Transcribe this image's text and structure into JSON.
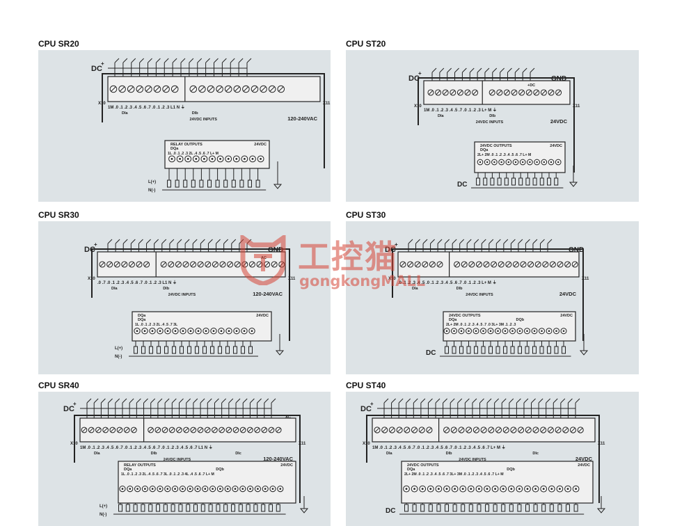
{
  "diagrams": [
    {
      "id": "sr20",
      "title": "CPU SR20",
      "dc": "DC",
      "x_left": "X10",
      "x_right": "X11",
      "row_label": "1M .0 .1 .2 .3 .4 .5 .6  .7 .0 .1 .2 .3  L1 N ⏚",
      "group_a": "DIa",
      "group_b": "DIb",
      "inputs": "24VDC INPUTS",
      "supply": "120-240VAC",
      "out_header": "RELAY OUTPUTS",
      "out_group": "DQa",
      "out_row": "1L .0 .1 .2 .3  2L .4 .5 .6 .7  L+ M",
      "out_supply": "24VDC",
      "l_plus": "L(+)",
      "n_minus": "N(-)",
      "gnd": ""
    },
    {
      "id": "st20",
      "title": "CPU ST20",
      "dc": "DC",
      "x_left": "X10",
      "x_right": "X11",
      "row_label": "1M .0 .1 .2 .3 .4 .5  .7 .0 .1 .2 .3  L+ M ⏚",
      "group_a": "DIa",
      "group_b": "DIb",
      "inputs": "24VDC INPUTS",
      "supply": "24VDC",
      "out_header": "24VDC OUTPUTS",
      "out_group": "DQa",
      "out_row": "2L+ 2M .0 .1 .2 .3 .4 .5 .6 .7  L+ M",
      "out_supply": "24VDC",
      "dc2": "DC",
      "gnd": "GND",
      "plus_dc": "+DC"
    },
    {
      "id": "sr30",
      "title": "CPU SR30",
      "dc": "DC",
      "x_left": "X10",
      "x_right": "X11",
      "row_label": ".0  .7 .0 .1 .2 .3 .4 .5 .6 .7 .0 .1 .2 .3  L1 N ⏚",
      "group_a": "DIa",
      "group_b": "DIb",
      "inputs": "24VDC INPUTS",
      "supply": "120-240VAC",
      "out_header": "DQa",
      "out_group": "DQa",
      "out_row": "1L .0 .1 .2 .3 2L .4 .5  .7 3L",
      "out_supply": "24VDC",
      "gnd": "GND",
      "ac": "AC",
      "l_plus": "L(+)",
      "n_minus": "N(-)"
    },
    {
      "id": "st30",
      "title": "CPU ST30",
      "dc": "DC",
      "x_left": "X10",
      "x_right": "X11",
      "row_label": ".0 .1 .2 .3 .4 .5  .0 .1 .2 .3 .4 .5 .6 .7 .0 .1 .2 .3  L+ M ⏚",
      "group_a": "DIa",
      "group_b": "DIb",
      "inputs": "24VDC INPUTS",
      "supply": "24VDC",
      "out_header": "24VDC OUTPUTS",
      "out_group": "DQa",
      "out_row": "2L+ 2M .0 .1 .2 .3 .4 .5  .7 .0  3L+ 3M .1 .2 .3",
      "out_group_b": "DQb",
      "out_supply": "24VDC",
      "gnd": "GND",
      "dc2": "DC"
    },
    {
      "id": "sr40",
      "title": "CPU SR40",
      "dc": "DC",
      "x_left": "X10",
      "x_right": "X11",
      "row_label": "1M .0 .1 .2 .3 .4 .5 .6 .7 .0 .1 .2 .3 .4 .5 .6 .7 .0 .1 .2 .3 .4 .5 .6 .7  L1 N ⏚",
      "group_a": "DIa",
      "group_b": "DIb",
      "group_c": "DIc",
      "inputs": "24VDC INPUTS",
      "supply": "120-240VAC",
      "out_header": "RELAY OUTPUTS",
      "out_group": "DQa",
      "out_group_b": "DQb",
      "out_row": "1L .0 .1 .2 .3 2L .4 .5 .6 .7 3L .0 .1 .2 .3 4L .4 .5 .6 .7  L+ M",
      "out_supply": "24VDC",
      "ac": "AC",
      "l_plus": "L(+)",
      "n_minus": "N(-)"
    },
    {
      "id": "st40",
      "title": "CPU ST40",
      "dc": "DC",
      "x_left": "X10",
      "x_right": "X11",
      "row_label": "1M .0 .1 .2 .3 .4 .5 .6 .7 .0 .1 .2 .3 .4 .5 .6 .7 .0 .1 .2 .3 .4 .5 .6 .7  L+ M ⏚",
      "group_a": "DIa",
      "group_b": "DIb",
      "group_c": "DIc",
      "inputs": "24VDC INPUTS",
      "supply": "24VDC",
      "out_header": "24VDC OUTPUTS",
      "out_group": "DQa",
      "out_group_b": "DQb",
      "out_row": "2L+ 2M .0 .1 .2 .3 .4 .5 .6 .7  3L+ 3M .0 .1 .2 .3 .4 .5 .6 .7  L+ M",
      "out_supply": "24VDC",
      "dc2": "DC"
    }
  ],
  "watermark": {
    "cn": "工控猫",
    "en": "gongkongMALL"
  },
  "colors": {
    "panel": "#dde3e6",
    "line": "#222222",
    "terminal": "#f4f4f4",
    "watermark": "#d64637"
  }
}
